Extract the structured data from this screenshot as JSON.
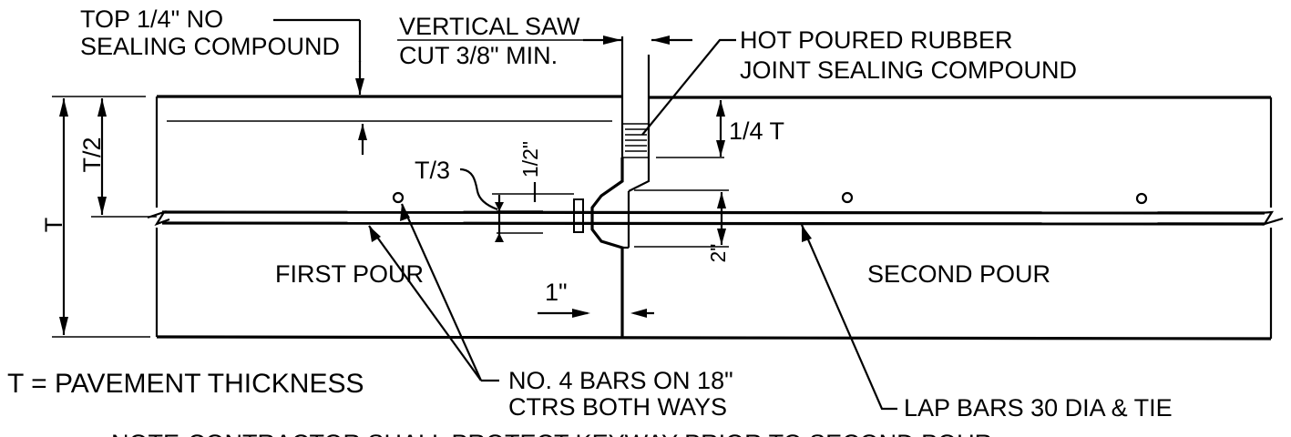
{
  "labels": {
    "top_no_seal_1": "TOP 1/4\" NO",
    "top_no_seal_2": "SEALING COMPOUND",
    "vertical_saw_1": "VERTICAL SAW",
    "vertical_saw_2": "CUT 3/8\" MIN.",
    "hot_poured_1": "HOT POURED RUBBER",
    "hot_poured_2": "JOINT SEALING COMPOUND",
    "dim_half_t": "T/2",
    "dim_t": "T",
    "dim_quarter_t": "1/4 T",
    "dim_third_t": "T/3",
    "dim_half_inch": "1/2\"",
    "dim_two_inch": "2\"",
    "dim_one_inch": "1\"",
    "first_pour": "FIRST POUR",
    "second_pour": "SECOND POUR",
    "t_definition": "T = PAVEMENT THICKNESS",
    "bars_1": "NO. 4 BARS ON 18\"",
    "bars_2": "CTRS BOTH WAYS",
    "lap_bars": "LAP BARS 30 DIA & TIE",
    "note": "NOTE-CONTRACTOR SHALL PROTECT KEYWAY PRIOR TO SECOND POUR"
  }
}
